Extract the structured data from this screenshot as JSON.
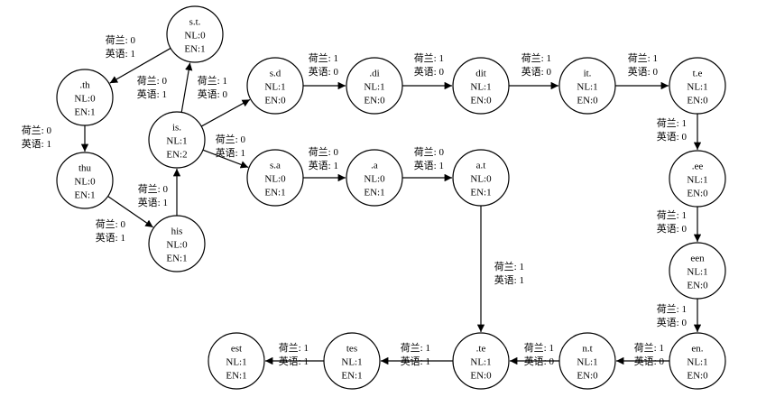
{
  "nodes": [
    {
      "id": "st",
      "lines": [
        "s.t.",
        "NL:0",
        "EN:1"
      ]
    },
    {
      "id": "th",
      "lines": [
        ".th",
        "NL:0",
        "EN:1"
      ]
    },
    {
      "id": "thu",
      "lines": [
        "thu",
        "NL:0",
        "EN:1"
      ]
    },
    {
      "id": "his",
      "lines": [
        "his",
        "NL:0",
        "EN:1"
      ]
    },
    {
      "id": "is",
      "lines": [
        "is.",
        "NL:1",
        "EN:2"
      ]
    },
    {
      "id": "sd",
      "lines": [
        "s.d",
        "NL:1",
        "EN:0"
      ]
    },
    {
      "id": "di",
      "lines": [
        ".di",
        "NL:1",
        "EN:0"
      ]
    },
    {
      "id": "dit",
      "lines": [
        "dit",
        "NL:1",
        "EN:0"
      ]
    },
    {
      "id": "it",
      "lines": [
        "it.",
        "NL:1",
        "EN:0"
      ]
    },
    {
      "id": "te",
      "lines": [
        "t.e",
        "NL:1",
        "EN:0"
      ]
    },
    {
      "id": "sa",
      "lines": [
        "s.a",
        "NL:0",
        "EN:1"
      ]
    },
    {
      "id": "a",
      "lines": [
        ".a",
        "NL:0",
        "EN:1"
      ]
    },
    {
      "id": "at",
      "lines": [
        "a.t",
        "NL:0",
        "EN:1"
      ]
    },
    {
      "id": "ee",
      "lines": [
        ".ee",
        "NL:1",
        "EN:0"
      ]
    },
    {
      "id": "een",
      "lines": [
        "een",
        "NL:1",
        "EN:0"
      ]
    },
    {
      "id": "en",
      "lines": [
        "en.",
        "NL:1",
        "EN:0"
      ]
    },
    {
      "id": "nt",
      "lines": [
        "n.t",
        "NL:1",
        "EN:0"
      ]
    },
    {
      "id": "dte",
      "lines": [
        ".te",
        "NL:1",
        "EN:0"
      ]
    },
    {
      "id": "tes",
      "lines": [
        "tes",
        "NL:1",
        "EN:1"
      ]
    },
    {
      "id": "est",
      "lines": [
        "est",
        "NL:1",
        "EN:1"
      ]
    }
  ],
  "edges": [
    {
      "from": "st",
      "to": "th",
      "label": [
        "荷兰: 0",
        "英语: 1"
      ]
    },
    {
      "from": "th",
      "to": "thu",
      "label": [
        "荷兰: 0",
        "英语: 1"
      ]
    },
    {
      "from": "thu",
      "to": "his",
      "label": [
        "荷兰: 0",
        "英语: 1"
      ]
    },
    {
      "from": "his",
      "to": "is",
      "label": [
        "荷兰: 0",
        "英语: 1"
      ]
    },
    {
      "from": "is",
      "to": "st",
      "label": [
        "荷兰: 0",
        "英语: 1"
      ]
    },
    {
      "from": "is",
      "to": "sd",
      "label": [
        "荷兰: 1",
        "英语: 0"
      ]
    },
    {
      "from": "is",
      "to": "sa",
      "label": [
        "荷兰: 0",
        "英语: 1"
      ]
    },
    {
      "from": "sd",
      "to": "di",
      "label": [
        "荷兰: 1",
        "英语: 0"
      ]
    },
    {
      "from": "di",
      "to": "dit",
      "label": [
        "荷兰: 1",
        "英语: 0"
      ]
    },
    {
      "from": "dit",
      "to": "it",
      "label": [
        "荷兰: 1",
        "英语: 0"
      ]
    },
    {
      "from": "it",
      "to": "te",
      "label": [
        "荷兰: 1",
        "英语: 0"
      ]
    },
    {
      "from": "te",
      "to": "ee",
      "label": [
        "荷兰: 1",
        "英语: 0"
      ]
    },
    {
      "from": "ee",
      "to": "een",
      "label": [
        "荷兰: 1",
        "英语: 0"
      ]
    },
    {
      "from": "een",
      "to": "en",
      "label": [
        "荷兰: 1",
        "英语: 0"
      ]
    },
    {
      "from": "en",
      "to": "nt",
      "label": [
        "荷兰: 1",
        "英语: 0"
      ]
    },
    {
      "from": "nt",
      "to": "dte",
      "label": [
        "荷兰: 1",
        "英语: 0"
      ]
    },
    {
      "from": "sa",
      "to": "a",
      "label": [
        "荷兰: 0",
        "英语: 1"
      ]
    },
    {
      "from": "a",
      "to": "at",
      "label": [
        "荷兰: 0",
        "英语: 1"
      ]
    },
    {
      "from": "at",
      "to": "dte",
      "label": [
        "荷兰: 1",
        "英语: 1"
      ]
    },
    {
      "from": "dte",
      "to": "tes",
      "label": [
        "荷兰: 1",
        "英语: 1"
      ]
    },
    {
      "from": "tes",
      "to": "est",
      "label": [
        "荷兰: 1",
        "英语: 1"
      ]
    }
  ]
}
